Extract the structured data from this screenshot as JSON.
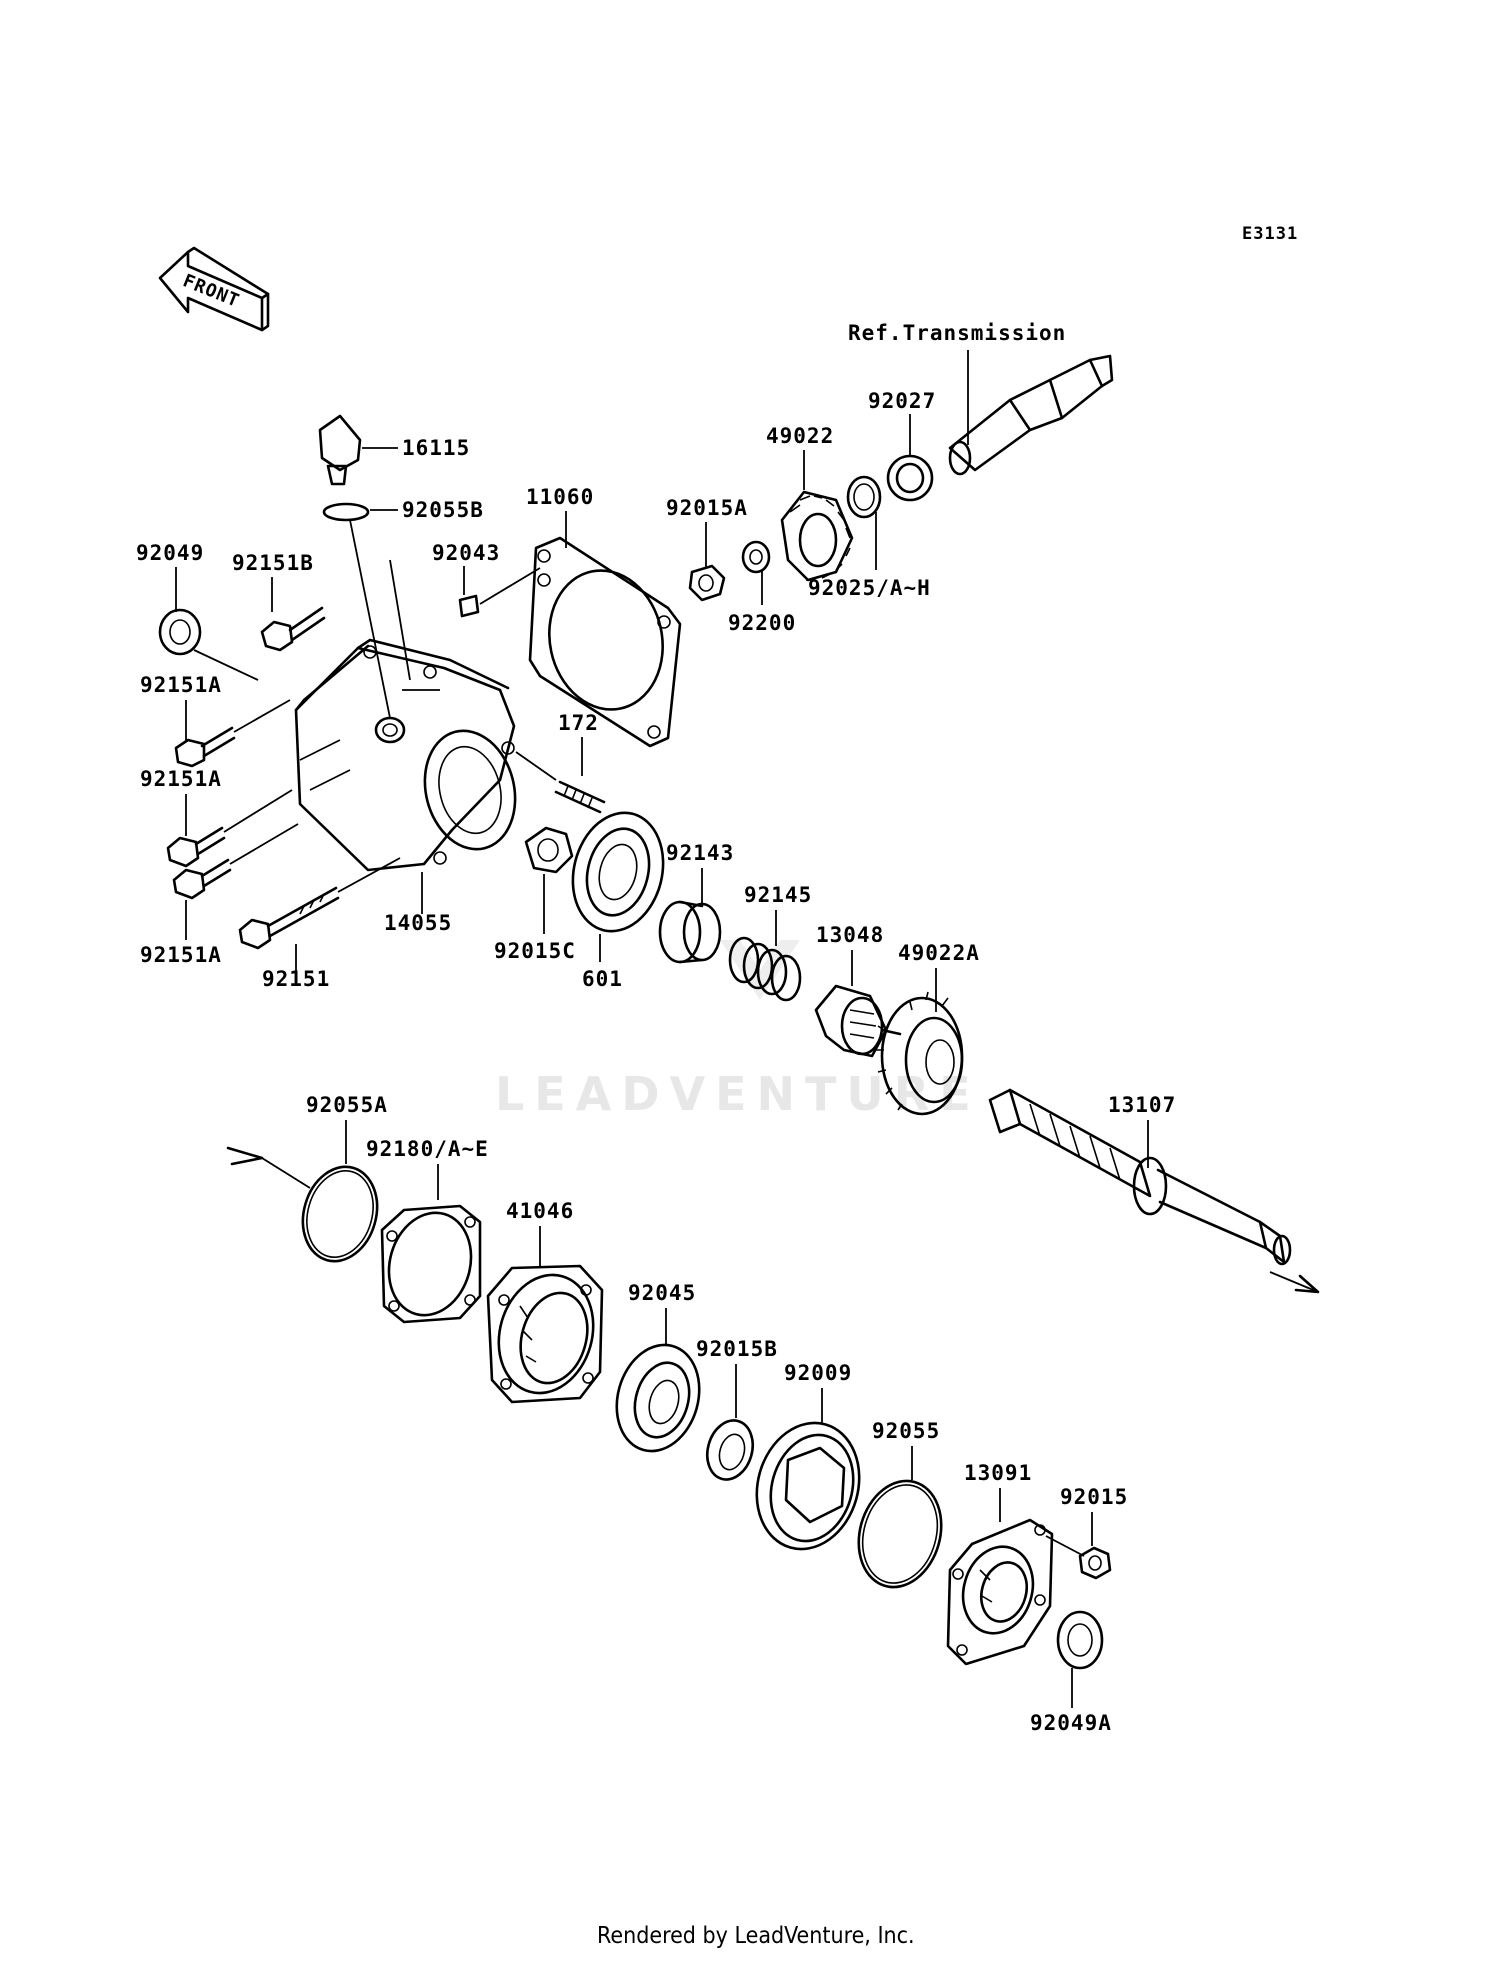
{
  "diagram_code": "E3131",
  "front_label": "FRONT",
  "reference_note": "Ref.Transmission",
  "watermark": "LEADVENTURE",
  "footer": "Rendered by LeadVenture, Inc.",
  "parts": {
    "p16115": "16115",
    "p92055B": "92055B",
    "p11060": "11060",
    "p92043": "92043",
    "p92015A": "92015A",
    "p49022": "49022",
    "p92027": "92027",
    "p92025": "92025/A~H",
    "p92200": "92200",
    "p92049": "92049",
    "p92151B": "92151B",
    "p92151A_1": "92151A",
    "p92151A_2": "92151A",
    "p92151A_3": "92151A",
    "p172": "172",
    "p14055": "14055",
    "p92151": "92151",
    "p92015C": "92015C",
    "p601": "601",
    "p92143": "92143",
    "p92145": "92145",
    "p13048": "13048",
    "p49022A": "49022A",
    "p13107": "13107",
    "p92055A": "92055A",
    "p92180": "92180/A~E",
    "p41046": "41046",
    "p92045": "92045",
    "p92015B": "92015B",
    "p92009": "92009",
    "p92055": "92055",
    "p13091": "13091",
    "p92015": "92015",
    "p92049A": "92049A"
  }
}
